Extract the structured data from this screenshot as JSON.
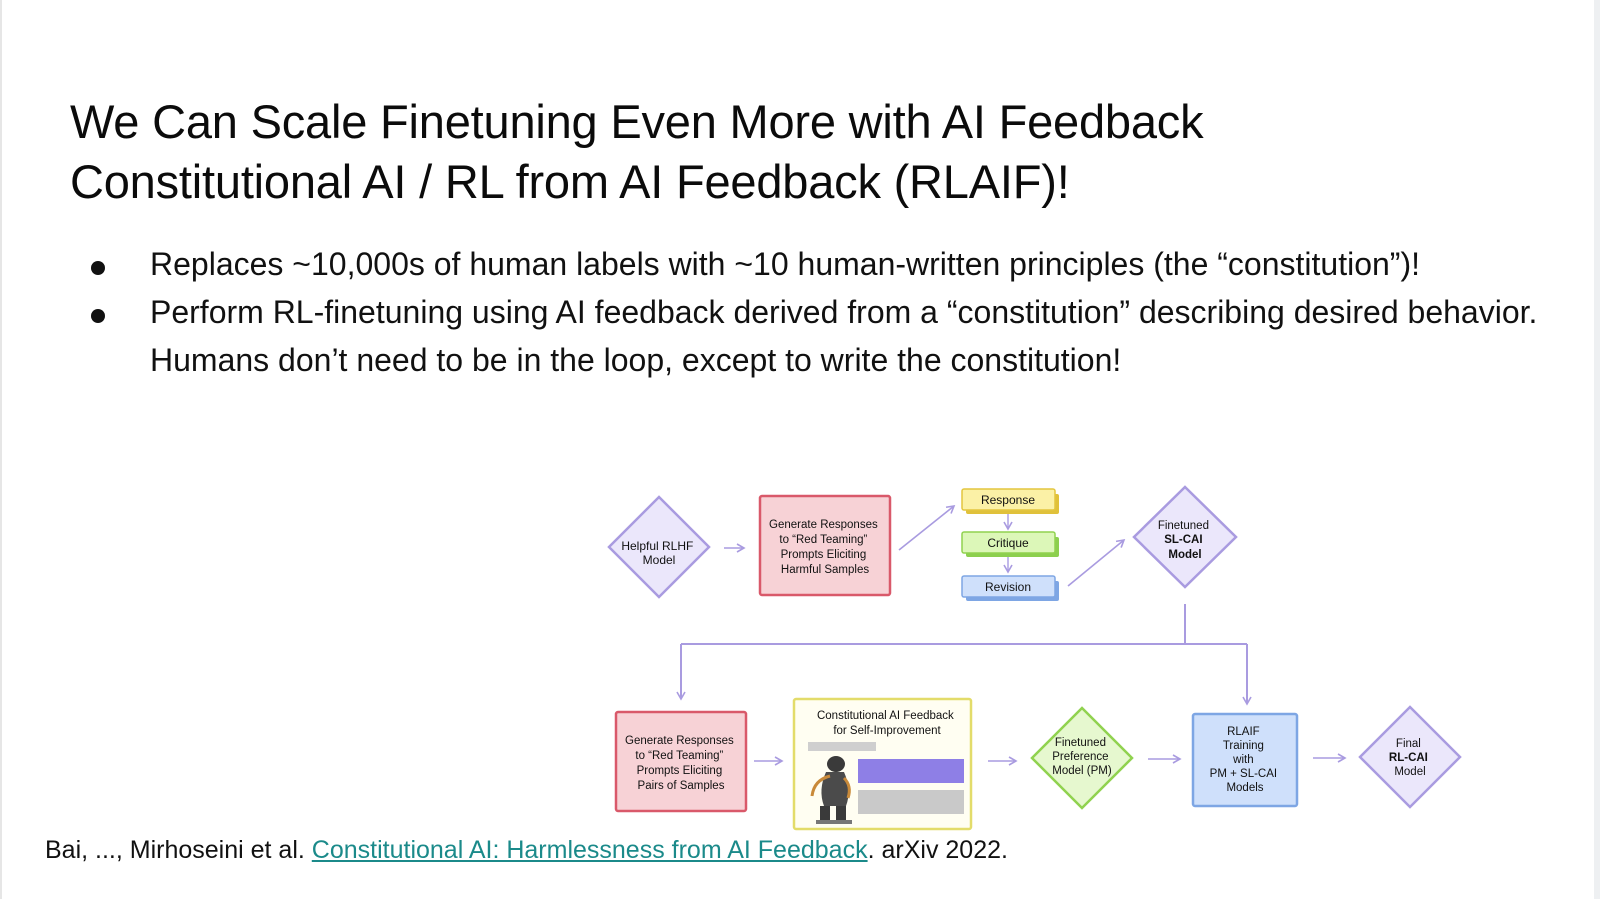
{
  "slide": {
    "title_line1": "We Can Scale Finetuning Even More with AI Feedback",
    "title_line2": "Constitutional AI / RL from AI Feedback (RLAIF)!",
    "bullets": [
      "Replaces ~10,000s of human labels with ~10 human-written principles (the “constitution”)!",
      "Perform RL-finetuning using AI feedback derived from a “constitution” describing desired behavior. Humans don’t need to be in the loop, except to write the constitution!"
    ],
    "citation": {
      "prefix": "Bai, ..., Mirhoseini et al. ",
      "link_text": "Constitutional AI: Harmlessness from AI Feedback",
      "suffix": ". arXiv 2022."
    }
  },
  "diagram": {
    "helpful_rlhf": [
      "Helpful RLHF",
      "Model"
    ],
    "generate_harmful": [
      "Generate Responses",
      "to “Red Teaming”",
      "Prompts Eliciting",
      "Harmful Samples"
    ],
    "response": "Response",
    "critique": "Critique",
    "revision": "Revision",
    "finetuned_sl_cai": [
      "Finetuned",
      "SL-CAI",
      "Model"
    ],
    "generate_pairs": [
      "Generate Responses",
      "to “Red Teaming”",
      "Prompts Eliciting",
      "Pairs of Samples"
    ],
    "cai_feedback": [
      "Constitutional AI Feedback",
      "for Self-Improvement"
    ],
    "preference_model": [
      "Finetuned",
      "Preference",
      "Model (PM)"
    ],
    "rlaif_training": [
      "RLAIF",
      "Training",
      "with",
      "PM + SL-CAI",
      "Models"
    ],
    "final_model": [
      "Final",
      "RL-CAI",
      "Model"
    ]
  },
  "colors": {
    "purple": "#a99be0",
    "red_fill": "#f7d2d6",
    "red_stroke": "#d9596a",
    "yellow_fill": "#fbf1a6",
    "green_fill": "#dcf7b8",
    "blue_fill": "#cfe0fb",
    "link": "#1b8a8a"
  }
}
